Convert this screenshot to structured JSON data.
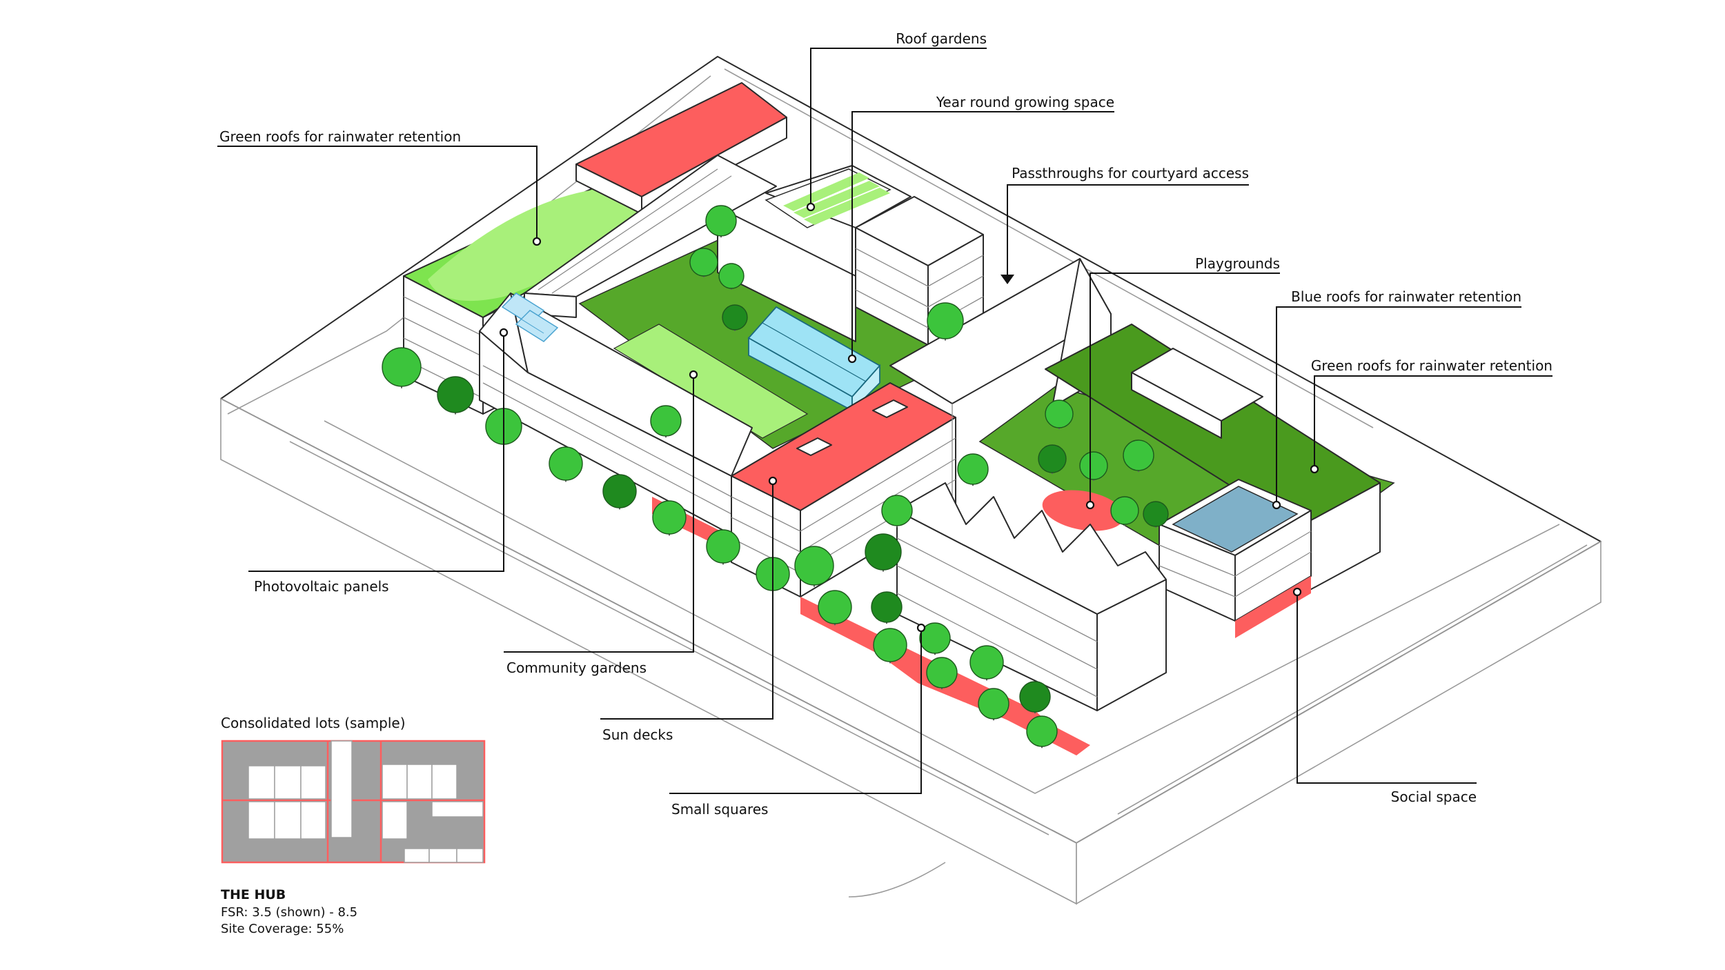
{
  "callouts": {
    "roof_gardens": "Roof gardens",
    "year_round_growing": "Year round growing space",
    "green_roofs_left": "Green roofs for rainwater retention",
    "passthroughs": "Passthroughs for courtyard access",
    "playgrounds": "Playgrounds",
    "blue_roofs": "Blue roofs for rainwater retention",
    "green_roofs_right": "Green roofs for rainwater retention",
    "photovoltaic": "Photovoltaic panels",
    "community_gardens": "Community gardens",
    "sun_decks": "Sun decks",
    "small_squares": "Small squares",
    "social_space": "Social space"
  },
  "legend": {
    "title": "Consolidated lots (sample)"
  },
  "hub": {
    "title": "THE HUB",
    "fsr": "FSR: 3.5 (shown) - 8.5",
    "coverage": "Site Coverage: 55%"
  },
  "colors": {
    "green_roof": "#7ee44f",
    "light_green": "#a8f07a",
    "dark_green": "#4a9a1e",
    "courtyard": "#56a82a",
    "red": "#fd5e5e",
    "blue_roof": "#7fb0c8",
    "glass": "#9ee3f5",
    "gray": "#a0a0a0"
  }
}
